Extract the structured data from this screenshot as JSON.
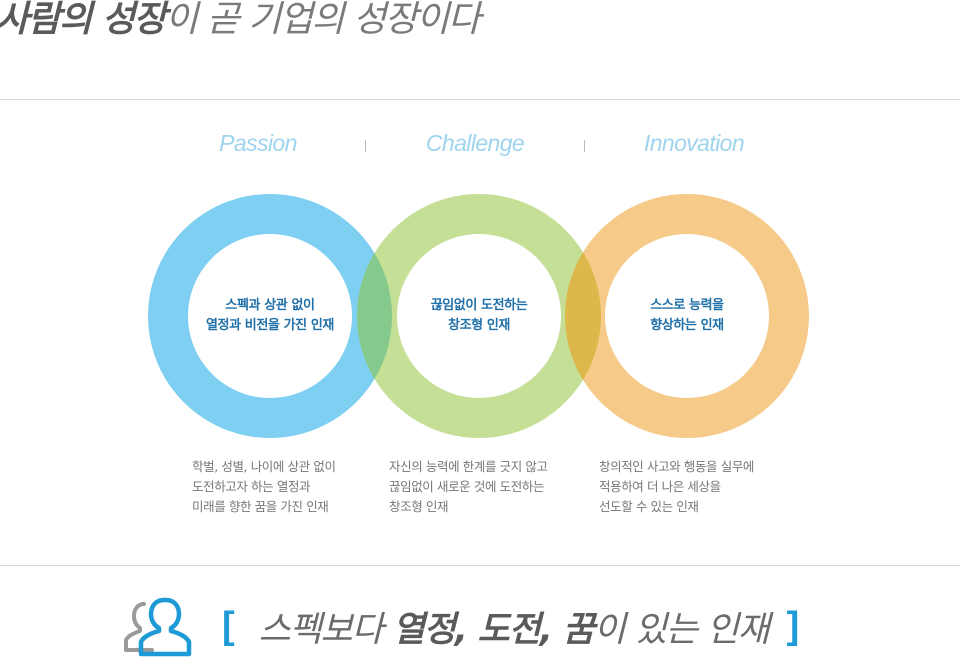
{
  "headline": {
    "strong": "사람의 성장",
    "light": "이 곧 기업의 성장이다"
  },
  "values": [
    {
      "keyword": "Passion",
      "circle_line1": "스펙과 상관 없이",
      "circle_line2": "열정과 비전을 가진 인재",
      "desc": [
        "학벌, 성별, 나이에 상관 없이",
        "도전하고자 하는 열정과",
        "미래를 향한 꿈을 가진 인재"
      ],
      "ring_color": "#7fcff2"
    },
    {
      "keyword": "Challenge",
      "circle_line1": "끊임없이 도전하는",
      "circle_line2": "창조형 인재",
      "desc": [
        "자신의 능력에 한계를 긋지 않고",
        "끊임없이 새로운 것에 도전하는",
        "창조형 인재"
      ],
      "ring_color": "#c5e096"
    },
    {
      "keyword": "Innovation",
      "circle_line1": "스스로 능력을",
      "circle_line2": "향상하는 인재",
      "desc": [
        "창의적인 사고와 행동을 실무에",
        "적용하여 더 나은 세상을",
        "선도할 수 있는 인재"
      ],
      "ring_color": "#f6ca88"
    }
  ],
  "slogan": {
    "open_bracket": "[",
    "light1": "스펙보다 ",
    "strong": "열정, 도전, 꿈",
    "light2": "이 있는 인재",
    "close_bracket": "]"
  },
  "colors": {
    "keyword": "#9ed4ee",
    "circle_text": "#1f6fa8",
    "bracket": "#1e9ad6",
    "overlap_1_2": "#86c98c",
    "overlap_2_3": "#dcb84c"
  },
  "icons": [
    "people-icon"
  ]
}
